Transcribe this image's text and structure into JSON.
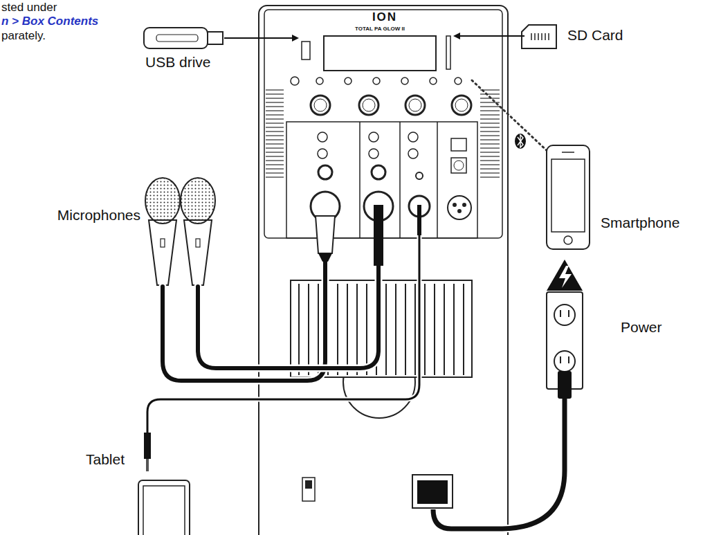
{
  "diagram": {
    "labels": [
      "sted under",
      "n > Box Contents",
      "parately.",
      "ION",
      "TOTAL PA GLOW II",
      "USB drive",
      "SD Card",
      "Microphones",
      "Smartphone",
      "Power",
      "Tablet"
    ]
  }
}
